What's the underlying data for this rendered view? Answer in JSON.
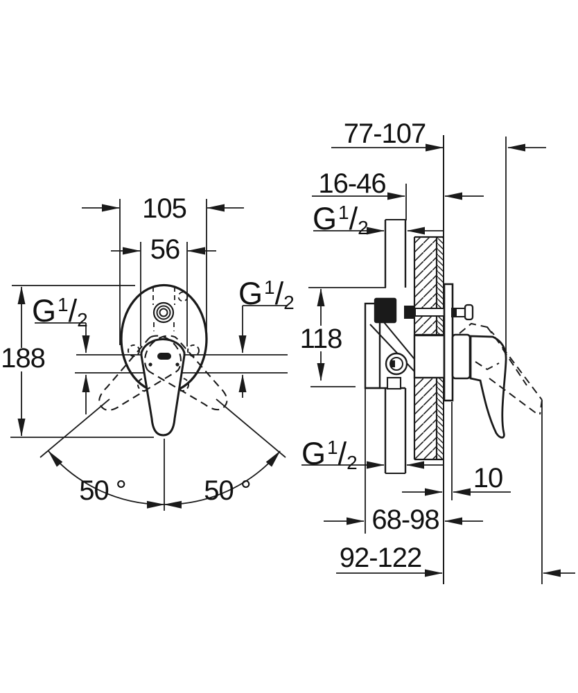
{
  "colors": {
    "line": "#1a1a1a",
    "background": "#ffffff"
  },
  "front_view": {
    "outer_width": "105",
    "cartridge_width": "56",
    "total_height": "188",
    "swing_angle_left": "50 °",
    "swing_angle_right": "50 °"
  },
  "side_view": {
    "wall_distance_range": "77-107",
    "embedment_range": "16-46",
    "connection_height": "118",
    "plate_clearance": "10",
    "body_depth_range": "68-98",
    "total_depth_range": "92-122"
  },
  "thread_label": {
    "base": "G",
    "sup": "1",
    "slash": "/",
    "sub": "2"
  }
}
